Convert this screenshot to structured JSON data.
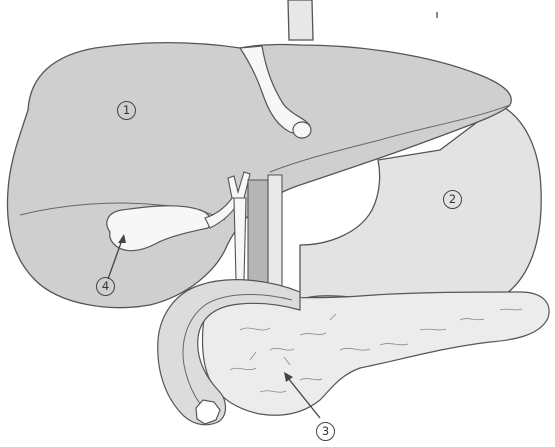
{
  "labels": {
    "liver": "1",
    "stomach": "2",
    "pancreas": "3",
    "gallbladder": "4"
  },
  "colors": {
    "outline": "#555555",
    "liver_fill": "#cfcfcf",
    "stomach_fill": "#e3e3e3",
    "pancreas_fill": "#ececec",
    "duodenum_fill": "#dcdcdc",
    "duct_fill": "#f7f7f7",
    "vessel_fill": "#b5b5b5"
  }
}
